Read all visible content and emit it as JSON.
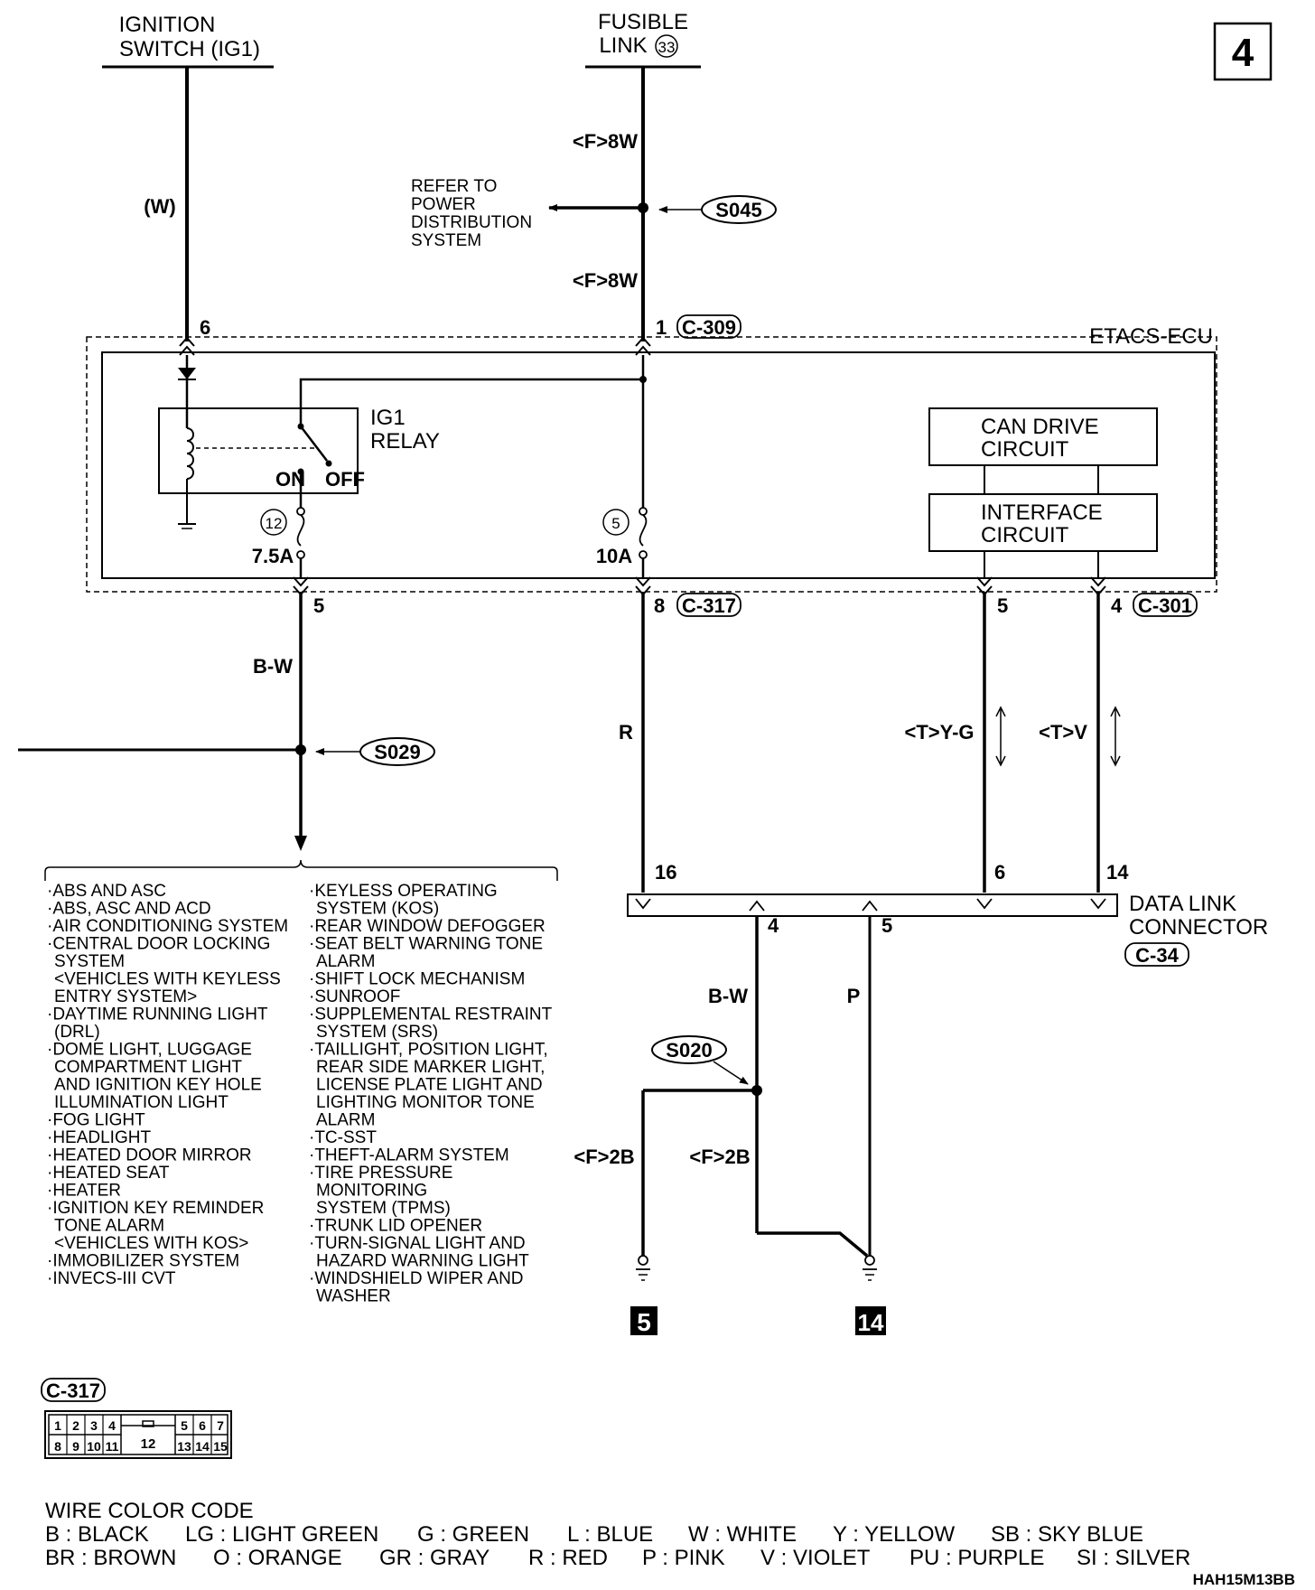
{
  "page_number": "4",
  "ignition_switch": {
    "line1": "IGNITION",
    "line2": "SWITCH (IG1)"
  },
  "fusible_link": {
    "line1": "FUSIBLE",
    "line2": "LINK",
    "number": "33"
  },
  "wires": {
    "w": "(W)",
    "f8w_top": "<F>8W",
    "f8w_bottom": "<F>8W",
    "bw_left": "B-W",
    "r": "R",
    "tyg": "<T>Y-G",
    "tv": "<T>V",
    "bw_dlc": "B-W",
    "p": "P",
    "f2b_left": "<F>2B",
    "f2b_right": "<F>2B"
  },
  "refer_to": [
    "REFER TO",
    "POWER",
    "DISTRIBUTION",
    "SYSTEM"
  ],
  "splices": {
    "s045": "S045",
    "s029": "S029",
    "s020": "S020"
  },
  "etacs_ecu": "ETACS-ECU",
  "connectors": {
    "c309": "C-309",
    "c317": "C-317",
    "c301": "C-301",
    "c34": "C-34"
  },
  "pins": {
    "p6_top": "6",
    "p1_top": "1",
    "p5_left": "5",
    "p8": "8",
    "p5_right": "5",
    "p4_right": "4",
    "p16": "16",
    "p6_dlc": "6",
    "p14_dlc": "14",
    "p4_dlc": "4",
    "p5_dlc": "5"
  },
  "relay": {
    "line1": "IG1",
    "line2": "RELAY",
    "on": "ON",
    "off": "OFF"
  },
  "fuses": {
    "f12_num": "12",
    "f12_rating": "7.5A",
    "f5_num": "5",
    "f5_rating": "10A"
  },
  "can_drive": {
    "line1": "CAN DRIVE",
    "line2": "CIRCUIT"
  },
  "interface": {
    "line1": "INTERFACE",
    "line2": "CIRCUIT"
  },
  "data_link": {
    "line1": "DATA LINK",
    "line2": "CONNECTOR"
  },
  "grounds": {
    "g5": "5",
    "g14": "14"
  },
  "systems_left": [
    "·ABS AND ASC",
    "·ABS, ASC AND ACD",
    "·AIR CONDITIONING SYSTEM",
    "·CENTRAL DOOR LOCKING",
    "SYSTEM",
    "<VEHICLES WITH KEYLESS",
    "ENTRY SYSTEM>",
    "·DAYTIME RUNNING LIGHT",
    "(DRL)",
    "·DOME LIGHT, LUGGAGE",
    "COMPARTMENT LIGHT",
    "AND IGNITION KEY HOLE",
    "ILLUMINATION LIGHT",
    "·FOG LIGHT",
    "·HEADLIGHT",
    "·HEATED DOOR MIRROR",
    "·HEATED SEAT",
    "·HEATER",
    "·IGNITION KEY REMINDER",
    "TONE ALARM",
    "<VEHICLES WITH KOS>",
    "·IMMOBILIZER SYSTEM",
    "·INVECS-III CVT"
  ],
  "systems_right": [
    "·KEYLESS OPERATING",
    "SYSTEM (KOS)",
    "·REAR WINDOW DEFOGGER",
    "·SEAT BELT WARNING TONE",
    "ALARM",
    "·SHIFT LOCK MECHANISM",
    "·SUNROOF",
    "·SUPPLEMENTAL RESTRAINT",
    "SYSTEM (SRS)",
    "·TAILLIGHT, POSITION LIGHT,",
    "REAR SIDE MARKER LIGHT,",
    "LICENSE PLATE LIGHT AND",
    "LIGHTING MONITOR TONE",
    "ALARM",
    "·TC-SST",
    "·THEFT-ALARM SYSTEM",
    "·TIRE PRESSURE",
    "MONITORING",
    "SYSTEM (TPMS)",
    "·TRUNK LID OPENER",
    "·TURN-SIGNAL LIGHT AND",
    "HAZARD WARNING LIGHT",
    "·WINDSHIELD WIPER AND",
    "WASHER"
  ],
  "connector_face": {
    "top_row": [
      "1",
      "2",
      "3",
      "4",
      "5",
      "6",
      "7"
    ],
    "bottom_row": [
      "8",
      "9",
      "10",
      "11",
      "13",
      "14",
      "15"
    ],
    "center": "12"
  },
  "wire_color_code": {
    "title": "WIRE COLOR CODE",
    "row1": [
      "B : BLACK",
      "LG : LIGHT GREEN",
      "G : GREEN",
      "L : BLUE",
      "W : WHITE",
      "Y : YELLOW",
      "SB : SKY BLUE"
    ],
    "row2": [
      "BR : BROWN",
      "O : ORANGE",
      "GR : GRAY",
      "R : RED",
      "P : PINK",
      "V : VIOLET",
      "PU : PURPLE",
      "SI : SILVER"
    ]
  },
  "doc_code": "HAH15M13BB"
}
